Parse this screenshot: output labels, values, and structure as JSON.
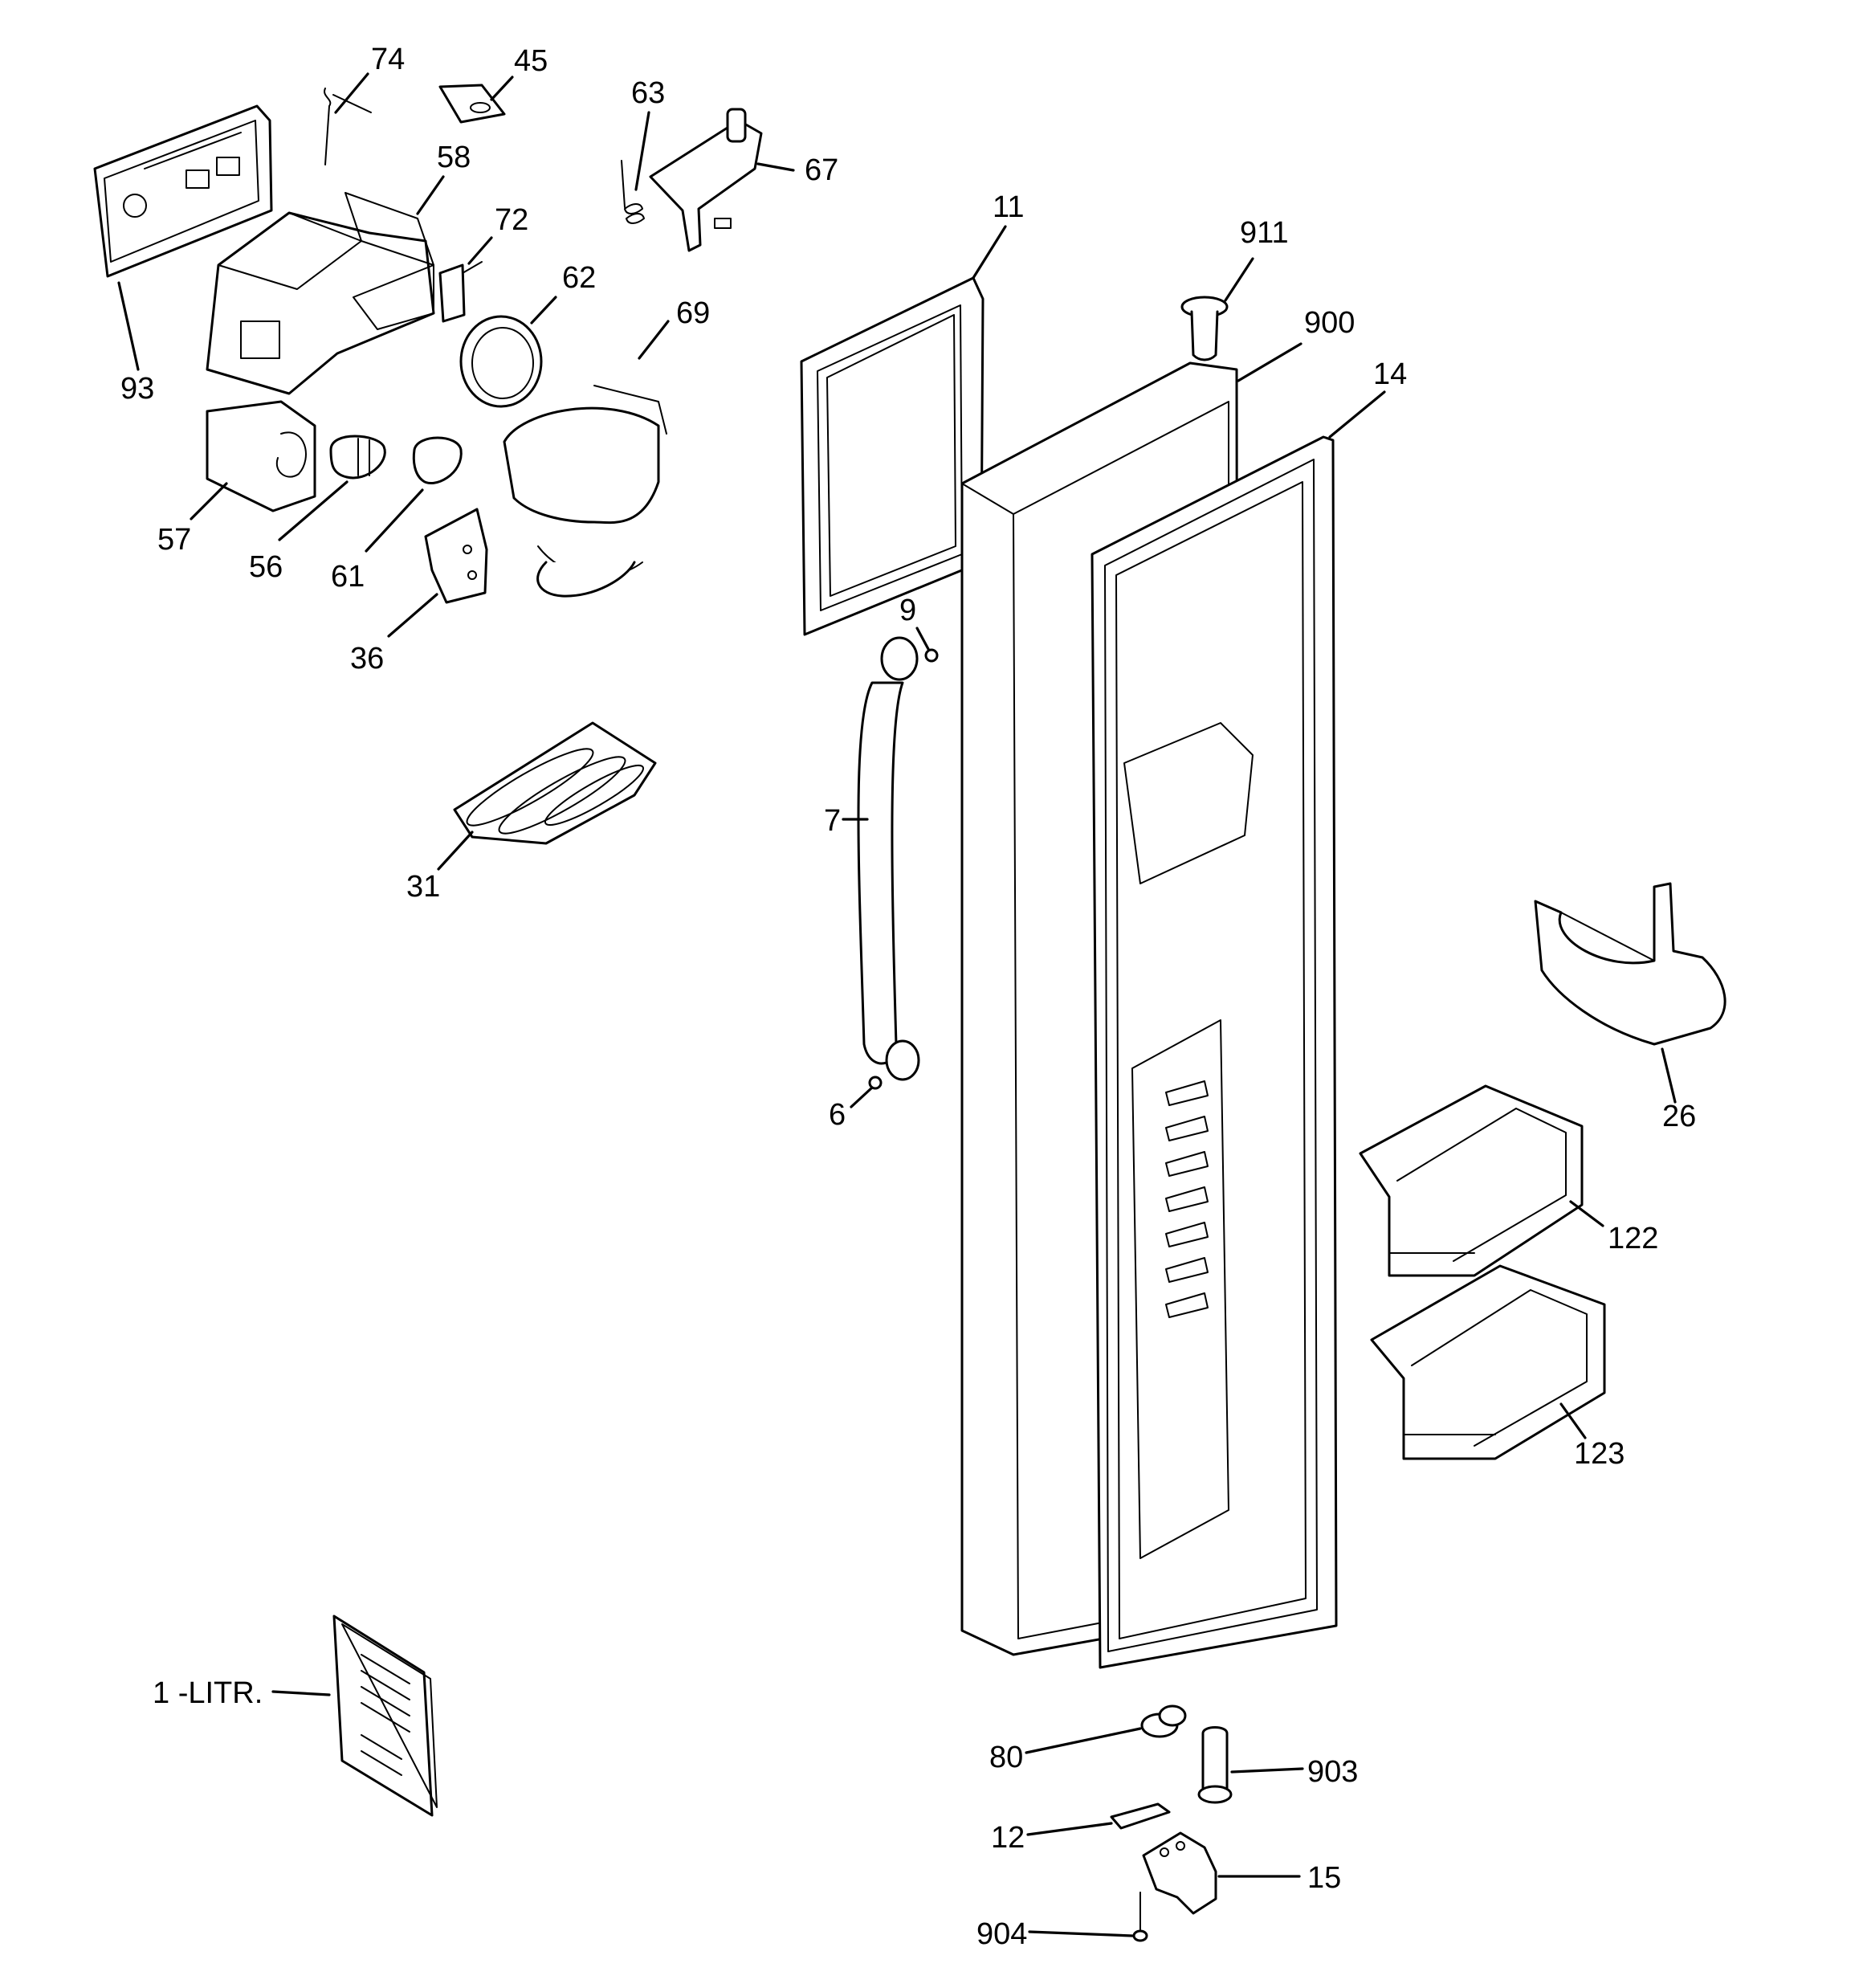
{
  "diagram": {
    "callouts": {
      "c74": "74",
      "c45": "45",
      "c63": "63",
      "c67": "67",
      "c58": "58",
      "c72": "72",
      "c62": "62",
      "c69": "69",
      "c93": "93",
      "c57": "57",
      "c56": "56",
      "c61": "61",
      "c36": "36",
      "c31": "31",
      "c11": "11",
      "c911": "911",
      "c900": "900",
      "c14": "14",
      "c9": "9",
      "c7": "7",
      "c6": "6",
      "c26": "26",
      "c122": "122",
      "c123": "123",
      "c1": "1 -LITR.",
      "c80": "80",
      "c903": "903",
      "c12": "12",
      "c15": "15",
      "c904": "904"
    }
  }
}
